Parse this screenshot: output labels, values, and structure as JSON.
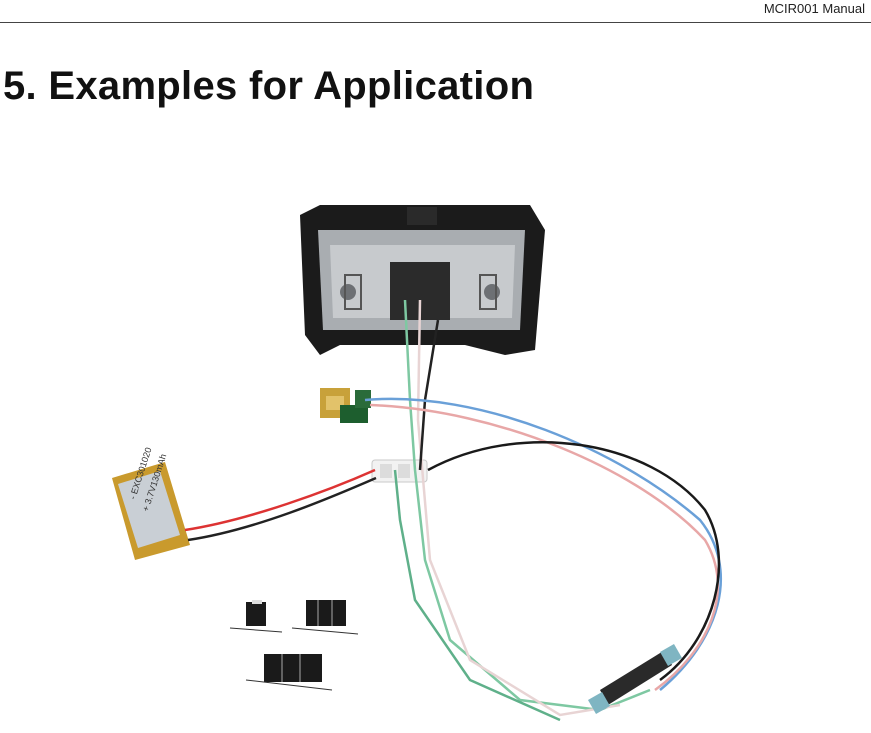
{
  "header": {
    "text": "MCIR001 Manual"
  },
  "section": {
    "title": "5. Examples for Application"
  },
  "photo": {
    "description_icon": "magnetic-card-reader-assembly",
    "battery_label_lines": [
      "- EXC301020",
      "+ 3.7V130mAh"
    ]
  }
}
